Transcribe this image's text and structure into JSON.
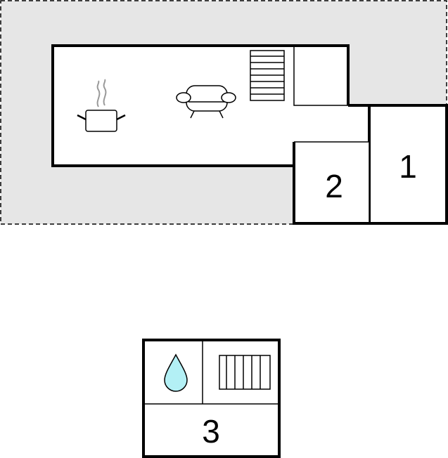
{
  "rooms": {
    "room_1": {
      "label": "1"
    },
    "room_2": {
      "label": "2"
    },
    "room_3": {
      "label": "3"
    }
  },
  "icons": {
    "kitchen": "cooking-pot-icon",
    "living": "sofa-icon",
    "stairs": "staircase-icon",
    "bathroom": "water-drop-icon",
    "sauna": "sauna-bench-icon"
  },
  "colors": {
    "terrace_fill": "#e6e6e6",
    "wall": "#000000",
    "water_drop": "#b3f0f5"
  }
}
